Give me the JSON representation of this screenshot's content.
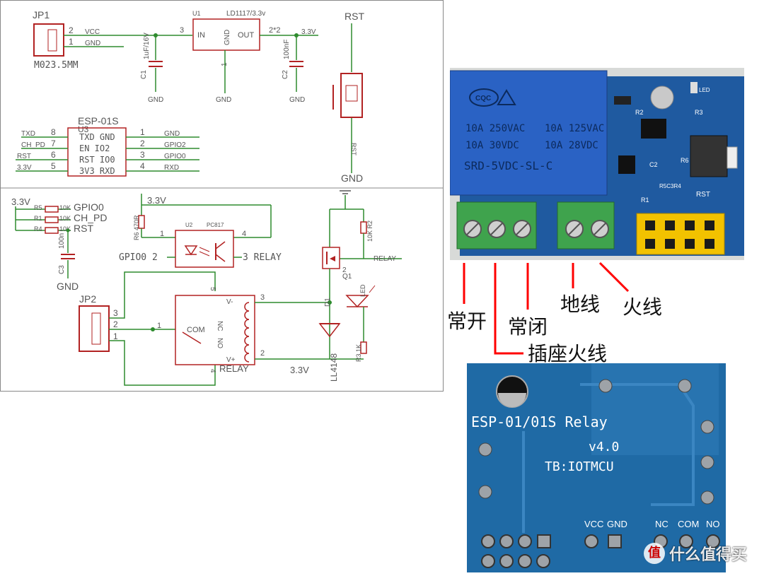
{
  "schematic": {
    "jp1": {
      "ref": "JP1",
      "pin2": "2",
      "pin1": "1",
      "net2": "VCC",
      "net1": "GND",
      "part": "M023.5MM"
    },
    "c1": {
      "ref": "C1",
      "value": "1uF/16V",
      "gnd": "GND"
    },
    "u1": {
      "ref": "U1",
      "part": "LD1117/3.3v",
      "in": "IN",
      "gnd": "GND",
      "out": "OUT",
      "pin_in": "3",
      "pin_gnd": "1",
      "pin_out": "2*2",
      "gnd_net": "GND"
    },
    "c2": {
      "ref": "C2",
      "value": "100nF",
      "gnd": "GND"
    },
    "out_net": "3.3V",
    "rst_btn": {
      "top": "RST",
      "net": "RST",
      "bottom": "GND"
    },
    "esp": {
      "title": "ESP-01S",
      "ref": "U3",
      "left_nets": [
        "TXD",
        "CH_PD",
        "RST",
        "3.3V"
      ],
      "left_pins": [
        "8",
        "7",
        "6",
        "5"
      ],
      "rows": [
        "TXD GND",
        "EN   IO2",
        "RST  IO0",
        "3V3  RXD"
      ],
      "right_pins": [
        "1",
        "2",
        "3",
        "4"
      ],
      "right_nets": [
        "GND",
        "GPIO2",
        "GPIO0",
        "RXD"
      ]
    },
    "pullups": {
      "rail": "3.3V",
      "r5": "R5",
      "r1": "R1",
      "r4": "R4",
      "val": "10K",
      "n1": "GPIO0",
      "n2": "CH_PD",
      "n3": "RST",
      "c3": "C3",
      "c3v": "100n",
      "gnd": "GND"
    },
    "opto": {
      "r6": "R6 470R",
      "rail": "3.3V",
      "u2": "U2",
      "part": "PC817",
      "p1": "1",
      "p2": "2",
      "p3": "3",
      "p4": "4",
      "in_label": "GPIO0 2",
      "out_label": "3 RELAY"
    },
    "jp2": {
      "ref": "JP2",
      "pins": [
        "3",
        "2",
        "1"
      ]
    },
    "relay": {
      "com": "COM",
      "com_pin": "1",
      "nc": "NC",
      "no": "NO",
      "pin5": "5",
      "pin4": "4",
      "vminus": "V-",
      "vplus": "V+",
      "p3": "3",
      "p2": "2",
      "label": "RELAY"
    },
    "driver": {
      "gnd": "GND",
      "r2": "10K R2",
      "relay_net": "RELAY",
      "q1": "Q1",
      "q2": "2",
      "d1": "D1",
      "d_part": "LL4148",
      "led": "LED",
      "r3": "R3 1K",
      "rail": "3.3V"
    }
  },
  "relay_photo": {
    "cqc": "CQC",
    "rating_left": [
      "10A 250VAC",
      "10A  30VDC"
    ],
    "rating_right": [
      "10A 125VAC",
      "10A 28VDC"
    ],
    "model": "SRD-5VDC-SL-C",
    "silk": [
      "R2",
      "R3",
      "C2",
      "R6",
      "R5C3R4",
      "R1",
      "RST",
      "LED"
    ]
  },
  "callouts": {
    "no": "常开",
    "nc": "常闭",
    "socket_live": "插座火线",
    "earth": "地线",
    "live": "火线"
  },
  "board_back": {
    "line1": "ESP-01/01S  Relay",
    "version": "v4.0",
    "tb": "TB:IOTMCU",
    "pads": [
      "VCC",
      "GND",
      "NC",
      "COM",
      "NO"
    ]
  },
  "watermark": "什么值得买",
  "colors": {
    "wire": "#2e8b2e",
    "sym": "#b22222",
    "pcb": "#1f5aa0",
    "terminal": "#3fa34d",
    "callout": "#ff0000"
  }
}
